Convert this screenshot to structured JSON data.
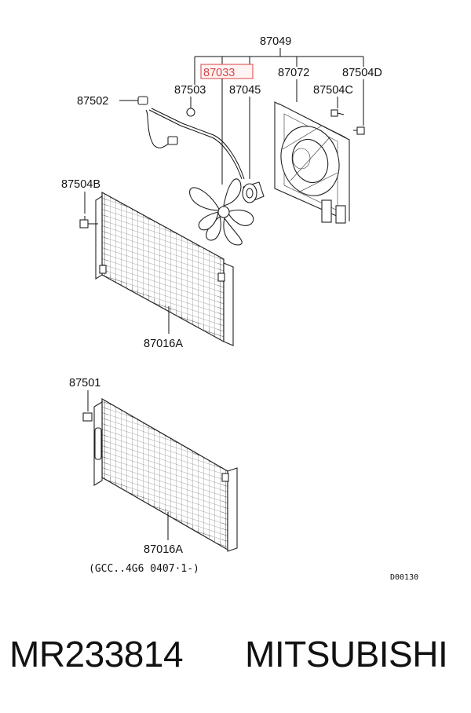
{
  "diagram": {
    "callouts": {
      "assembly": "87049",
      "highlighted": "87033",
      "clip_87503": "87503",
      "motor": "87045",
      "shroud": "87072",
      "bolt_d": "87504D",
      "bolt_c": "87504C",
      "harness_clip": "87502",
      "bolt_b": "87504B",
      "condenser_1": "87016A",
      "nut": "87501",
      "condenser_2": "87016A"
    },
    "footnote": "(GCC..4G6 0407·1-)",
    "ref_code": "D00130",
    "highlight_color": "#e06060"
  },
  "caption": {
    "part_number": "MR233814",
    "brand": "MITSUBISHI"
  }
}
